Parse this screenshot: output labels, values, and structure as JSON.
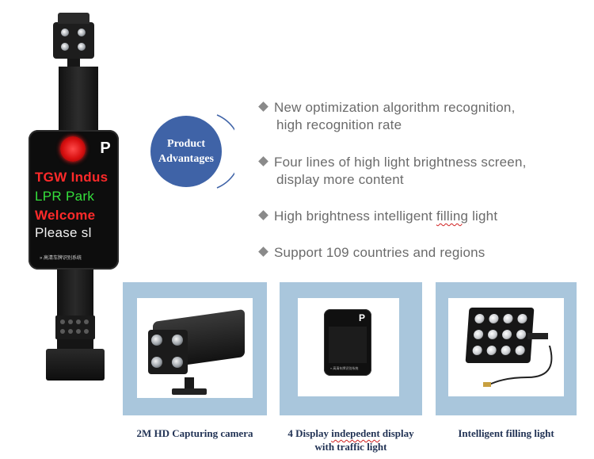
{
  "terminal": {
    "logo": "P",
    "led_lines": [
      "TGW Indus",
      "LPR Park",
      "Welcome",
      "Please sl"
    ],
    "footer": "»  高清车牌识别系统"
  },
  "badge": {
    "line1": "Product",
    "line2": "Advantages"
  },
  "advantages": [
    {
      "line1": "New optimization algorithm recognition,",
      "line2": "high recognition rate"
    },
    {
      "line1": "Four lines of high light brightness screen,",
      "line2": "display more content"
    },
    {
      "line1a": "High brightness intelligent ",
      "line1b": "filling",
      "line1c": " light"
    },
    {
      "line1": "Support 109 countries and regions"
    }
  ],
  "products": [
    {
      "caption": "2M HD Capturing camera"
    },
    {
      "caption_a": "4  Display  ",
      "caption_b": "indepedent",
      "caption_c": " display",
      "caption_line2": "with traffic light",
      "screen_logo": "P"
    },
    {
      "caption": "Intelligent filling light"
    }
  ],
  "colors": {
    "badge": "#3f63a7",
    "card_frame": "#a9c6dc",
    "text_gray": "#6b6b6b",
    "led_red": "#ff2a2a",
    "led_green": "#35e03c",
    "caption": "#223355"
  },
  "icons": [
    "diamond-bullet-icon",
    "parking-p-icon",
    "red-traffic-light-icon"
  ]
}
